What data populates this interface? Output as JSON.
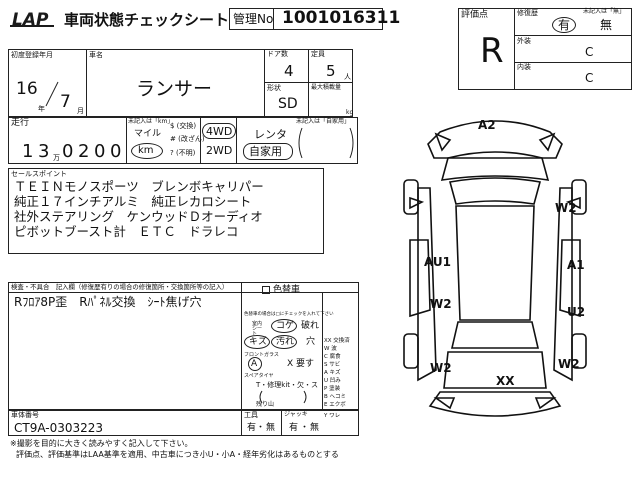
{
  "header": {
    "logo": "LAP",
    "title": "車両状態チェックシート",
    "mgmt_label": "管理No",
    "mgmt_no": "1001016311"
  },
  "grade": {
    "label": "評価点",
    "value": "R",
    "repair_label": "修復歴",
    "repair_note": "未記入は「無」",
    "repair_yes": "有",
    "repair_no": "無",
    "exterior_label": "外装",
    "exterior_value": "C",
    "interior_label": "内装",
    "interior_value": "C"
  },
  "vehicle": {
    "first_reg_label": "初度登録年月",
    "year": "16",
    "month": "7",
    "year_unit": "年",
    "month_unit": "月",
    "name_label": "車名",
    "name": "ランサー",
    "doors_label": "ドア数",
    "doors": "4",
    "capacity_label": "定員",
    "capacity": "5",
    "capacity_unit": "人",
    "shape_label": "形状",
    "shape": "SD",
    "max_load_label": "最大積載量",
    "max_load_unit": "kg"
  },
  "mileage": {
    "label": "走行",
    "value": "130200",
    "digits": [
      "1",
      "3",
      "0",
      "2",
      "0",
      "0"
    ],
    "unit_man": "万",
    "note": "未記入は「km」",
    "unit_mile": "マイル",
    "unit_km": "km",
    "opt1": "$ (交換)",
    "opt2": "# (改ざん)",
    "opt3": "? (不明)",
    "drive_4wd": "4WD",
    "drive_2wd": "2WD",
    "use_note": "未記入は「自家用」",
    "use_rental": "レンタ",
    "use_private": "自家用"
  },
  "sales": {
    "label": "セールスポイント",
    "lines": [
      "ＴＥＩＮモノスポーツ　ブレンボキャリパー",
      "純正１７インチアルミ　純正レカロシート",
      "社外ステアリング　ケンウッドＤオーディオ",
      "ピボットブースト計　ＥＴＣ　ドラレコ"
    ]
  },
  "inspection": {
    "label": "検査・不具合　記入欄（修復歴有りの場合の修復箇所・交換箇所等の記入）",
    "text": "Rﾌﾛｱ8P歪　Rﾊﾟﾈﾙ交換　ｼｰﾄ焦げ穴"
  },
  "options": {
    "color_change": "色替車",
    "note": "色替車の場合は□にチェックを入れて下さい",
    "interior_label": "室内シート",
    "stain": "コゲ",
    "tear": "破れ",
    "scratch": "キズ",
    "dirt": "汚れ",
    "hole": "穴",
    "front_glass_label": "フロントガラス",
    "glass_a": "A",
    "glass_x": "X 要す",
    "spare_tire_label": "スペアタイヤ",
    "spare_text": "T・修理kit・欠・ス",
    "tread_label": "残り山"
  },
  "chassis": {
    "label": "車体番号",
    "value": "CT9A-0303223",
    "tool_label": "工具",
    "tool_yes": "有",
    "tool_dash": "・",
    "tool_no": "無",
    "jack_label": "ジャッキ",
    "jack_yes": "有",
    "jack_dash": "・",
    "jack_no": "無"
  },
  "legend": [
    {
      "code": "XX",
      "label": "交換済"
    },
    {
      "code": "W",
      "label": "波"
    },
    {
      "code": "C",
      "label": "腐食"
    },
    {
      "code": "S",
      "label": "サビ"
    },
    {
      "code": "A",
      "label": "キズ"
    },
    {
      "code": "U",
      "label": "凹み"
    },
    {
      "code": "P",
      "label": "塗装"
    },
    {
      "code": "B",
      "label": "ヘコミ"
    },
    {
      "code": "E",
      "label": "エクボ"
    },
    {
      "code": "Y",
      "label": "ワレ"
    }
  ],
  "damage_marks": [
    "A2",
    "W2",
    "AU1",
    "A1",
    "W2",
    "U2",
    "W2",
    "W2",
    "XX"
  ],
  "footer": {
    "line1": "※撮影を目的に大きく読みやすく記入して下さい。",
    "line2": "評価点、評価基準はLAA基準を適用、中古車につき小U・小A・経年劣化はあるものとする"
  }
}
